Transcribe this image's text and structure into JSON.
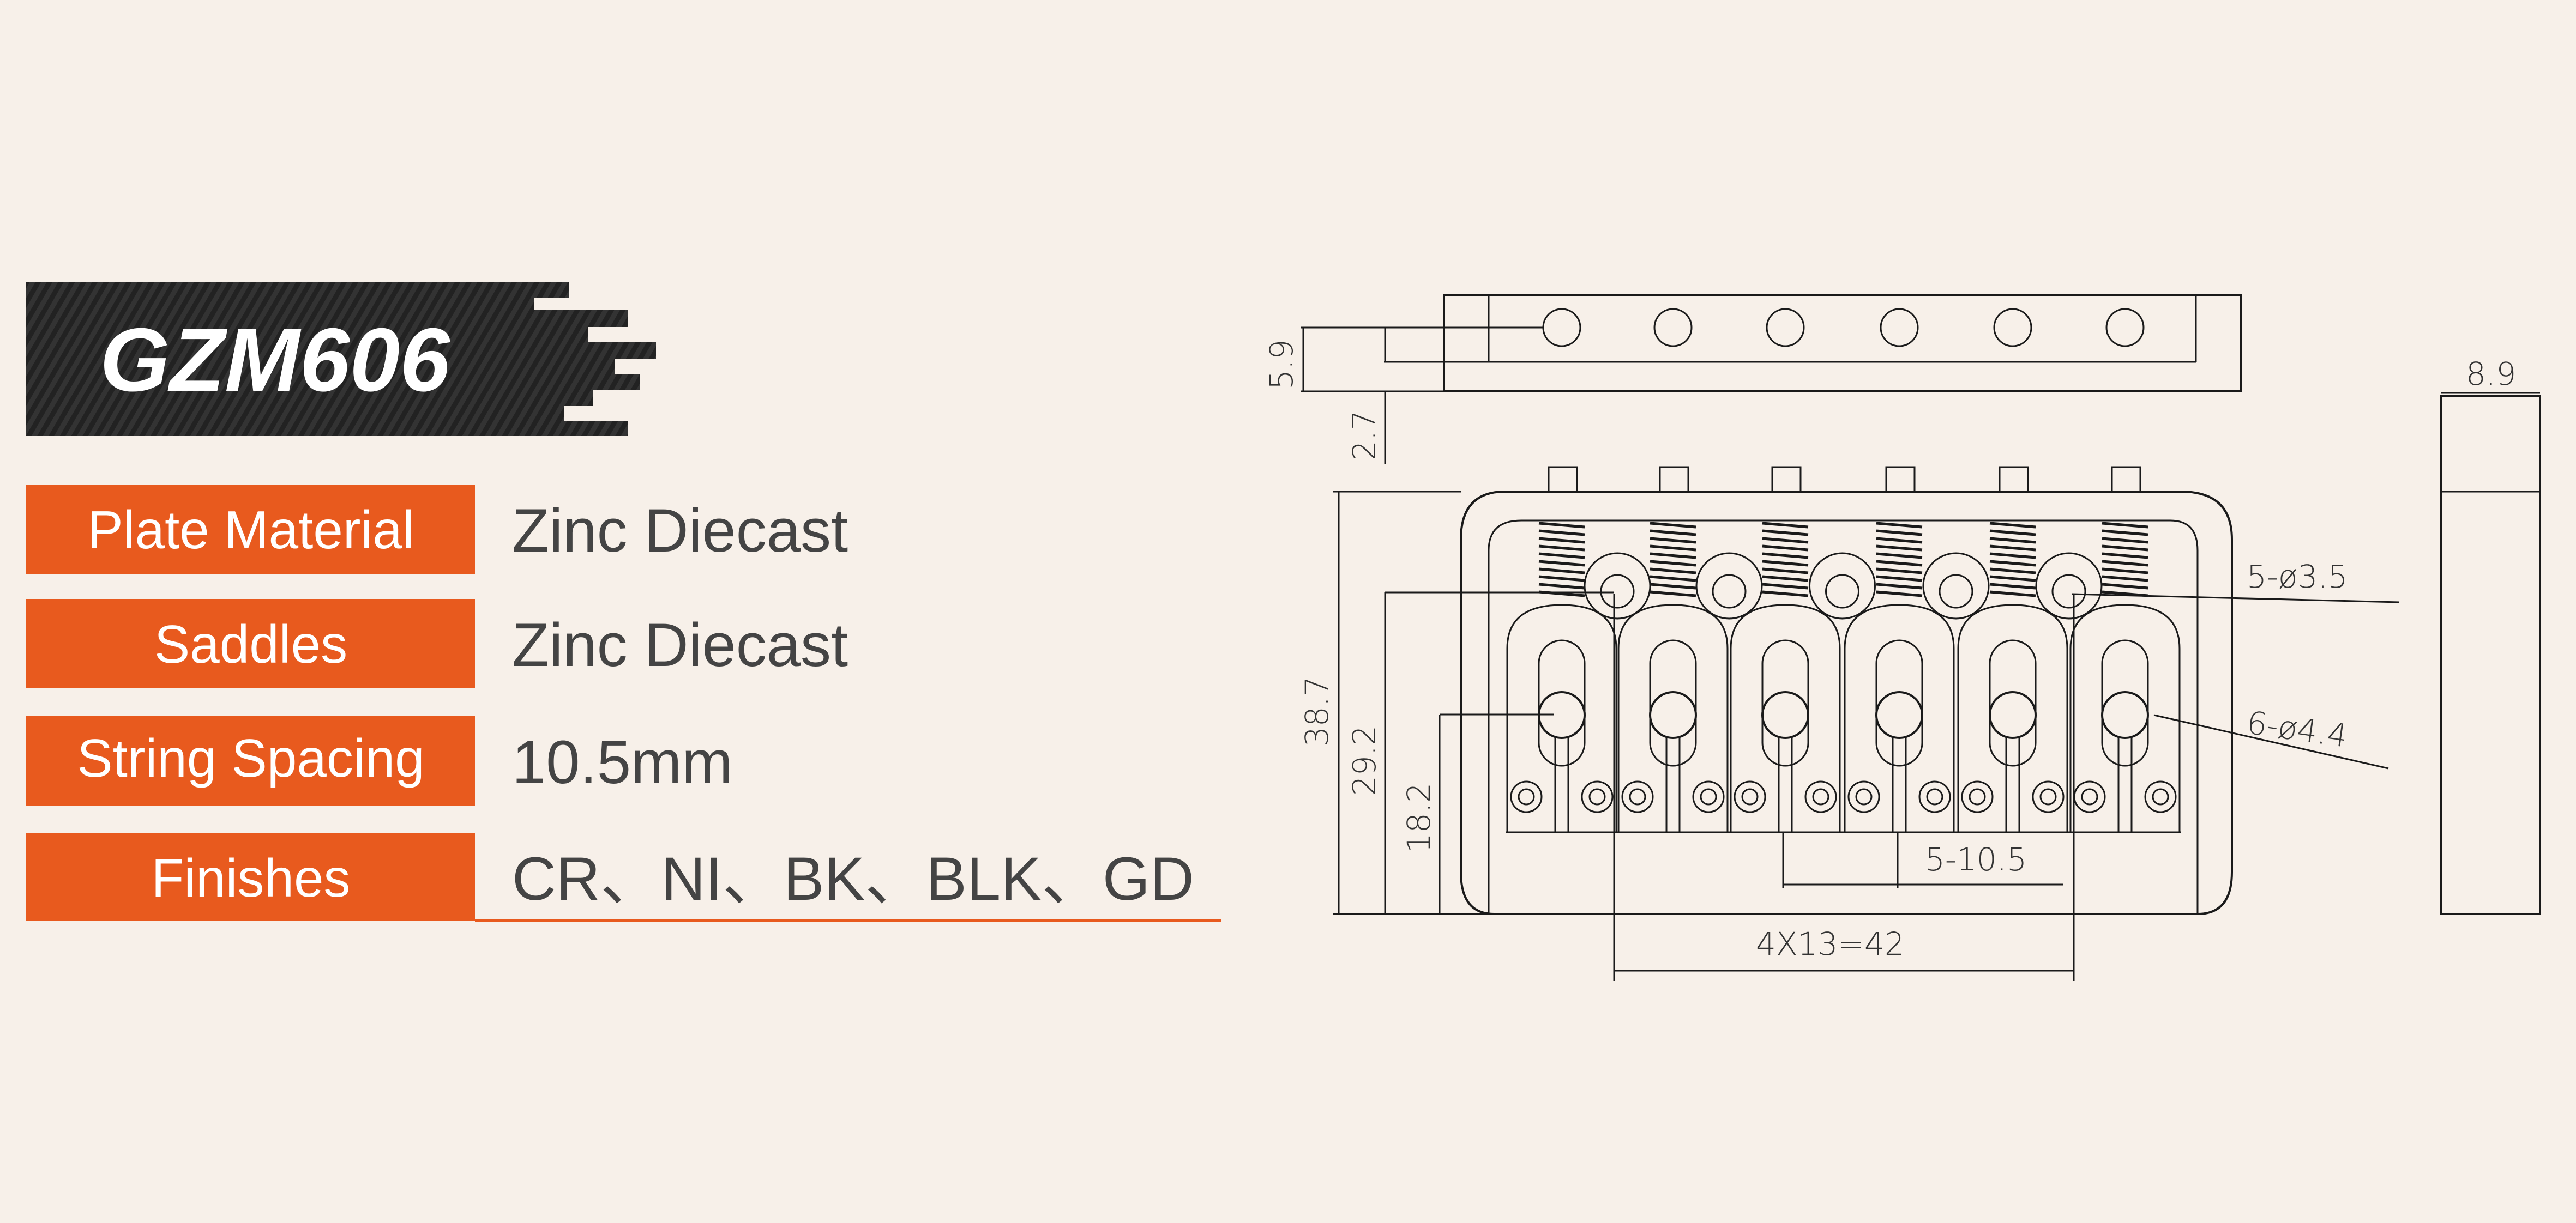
{
  "title": "GZM606",
  "specs": [
    {
      "label": "Plate Material",
      "value": "Zinc Diecast"
    },
    {
      "label": "Saddles",
      "value": "Zinc Diecast"
    },
    {
      "label": "String Spacing",
      "value": "10.5mm"
    },
    {
      "label": "Finishes",
      "value": "CR、NI、BK、BLK、GD"
    }
  ],
  "dimensions": {
    "d_5_9": "5.9",
    "d_2_7": "2.7",
    "d_38_7": "38.7",
    "d_29_2": "29.2",
    "d_18_2": "18.2",
    "d_8_9": "8.9",
    "d_holes_small": "5-ø3.5",
    "d_holes_large": "6-ø4.4",
    "d_spacing": "5-10.5",
    "d_span": "4X13=42"
  },
  "colors": {
    "accent": "#e85a1e",
    "background": "#f7f0e9",
    "title_bar": "#262626",
    "text": "#444444"
  }
}
